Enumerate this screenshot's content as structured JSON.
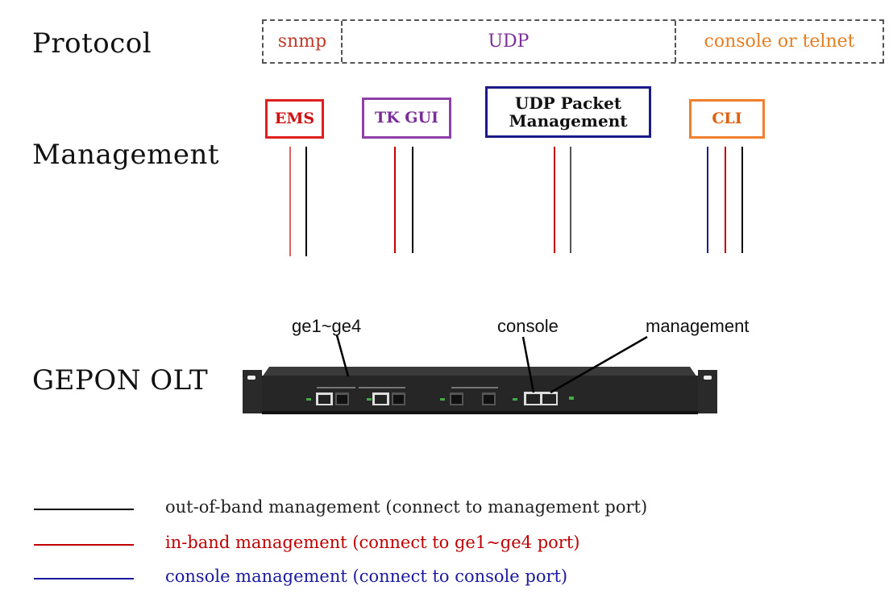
{
  "labels": {
    "protocol": "Protocol",
    "management": "Management",
    "olt": "GEPON OLT"
  },
  "protocols": {
    "snmp": "snmp",
    "udp": "UDP",
    "console": "console or telnet"
  },
  "boxes": {
    "ems": "EMS",
    "tk_gui": "TK GUI",
    "udp_packet_line1": "UDP Packet",
    "udp_packet_line2": "Management",
    "cli": "CLI"
  },
  "callouts": {
    "ge_ports": "ge1~ge4",
    "console": "console",
    "management": "management"
  },
  "legend": [
    {
      "text": "out-of-band management (connect to management port)",
      "color": "#000000"
    },
    {
      "text": "in-band management (connect to ge1~ge4 port)",
      "color": "#c00000"
    },
    {
      "text": "console management (connect to console port)",
      "color": "#1a1aa0"
    }
  ],
  "colors": {
    "snmp": "#c0392b",
    "udp": "#7b2d9a",
    "console_text": "#e67e22",
    "ems_border": "#e02020",
    "tk_gui_border": "#8e3fa8",
    "udp_packet_border": "#1a1a8a",
    "cli_border": "#f08030",
    "out_of_band": "#000000",
    "in_band": "#c00000",
    "console_line": "#1a1aa0"
  }
}
